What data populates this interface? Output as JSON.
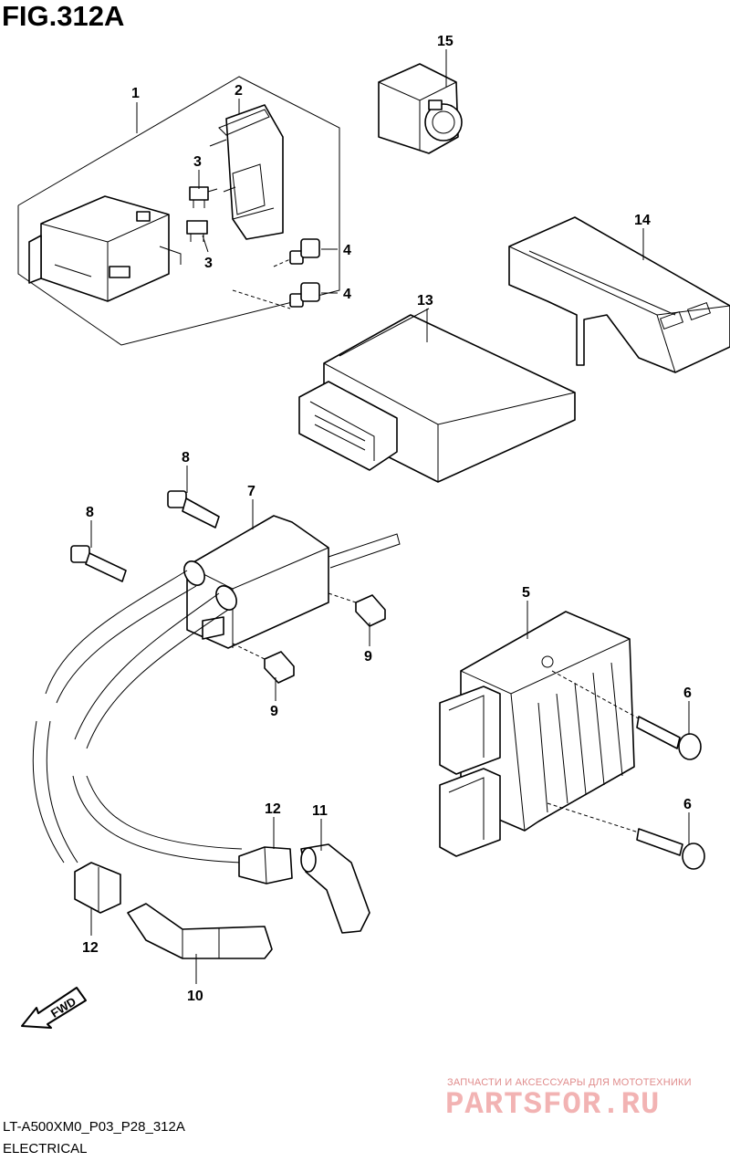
{
  "figure": {
    "title": "FIG.312A",
    "code": "LT-A500XM0_P03_P28_312A",
    "name": "ELECTRICAL"
  },
  "callouts": {
    "c1": "1",
    "c2": "2",
    "c3a": "3",
    "c3b": "3",
    "c4a": "4",
    "c4b": "4",
    "c5": "5",
    "c6a": "6",
    "c6b": "6",
    "c7": "7",
    "c8a": "8",
    "c8b": "8",
    "c9a": "9",
    "c9b": "9",
    "c10": "10",
    "c11": "11",
    "c12a": "12",
    "c12b": "12",
    "c13": "13",
    "c14": "14",
    "c15": "15"
  },
  "direction_arrow": "FWD",
  "watermark": {
    "tagline": "ЗАПЧАСТИ И АКСЕССУАРЫ ДЛЯ МОТОТЕХНИКИ",
    "site": "PARTSFOR.RU"
  }
}
